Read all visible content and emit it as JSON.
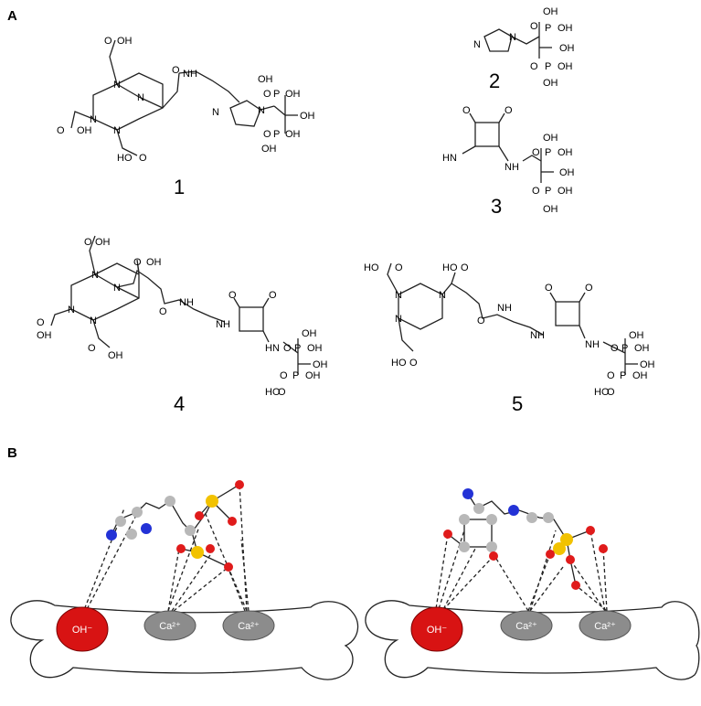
{
  "panels": {
    "a": "A",
    "b": "B"
  },
  "compounds": [
    "1",
    "2",
    "3",
    "4",
    "5"
  ],
  "atom_labels": {
    "oh": "OH",
    "ho": "HO",
    "o": "O",
    "p": "P",
    "n": "N",
    "nh": "NH",
    "hn": "HN"
  },
  "ions": {
    "hydroxide": "OH⁻",
    "calcium": "Ca²⁺"
  },
  "colors": {
    "hydroxide": "#d81313",
    "calcium": "#8c8c8c",
    "oxygen": "#e01b1b",
    "phosphorus": "#f2c200",
    "nitrogen": "#2332d6",
    "carbon": "#b8b8b8"
  }
}
